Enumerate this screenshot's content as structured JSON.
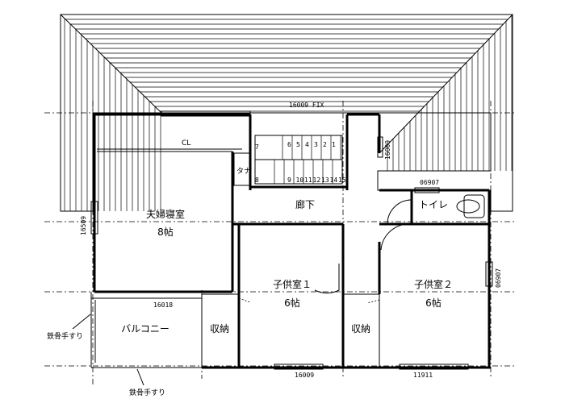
{
  "rooms": {
    "master_bedroom": {
      "name": "夫婦寝室",
      "size": "8帖"
    },
    "hallway": {
      "name": "廊下"
    },
    "toilet": {
      "name": "トイレ"
    },
    "child_room_1": {
      "name": "子供室１",
      "size": "6帖"
    },
    "child_room_2": {
      "name": "子供室２",
      "size": "6帖"
    },
    "balcony": {
      "name": "バルコニー"
    },
    "storage_1": {
      "name": "収納"
    },
    "storage_2": {
      "name": "収納"
    },
    "closet_label": "CL",
    "cabinet_label": "タナ"
  },
  "stairs": {
    "top_row": [
      "6",
      "5",
      "4",
      "3",
      "2",
      "1"
    ],
    "bottom_row": [
      "9",
      "10",
      "11",
      "12",
      "13",
      "14",
      "15"
    ],
    "side_numbers": [
      "7",
      "8"
    ]
  },
  "window_codes": {
    "top": "16009 FIX",
    "stair_side": "16009",
    "toilet": "06907",
    "left": "16509",
    "right": "06907",
    "balcony_top": "16018",
    "bottom_mid": "16009",
    "bottom_right": "11911"
  },
  "annotations": {
    "handrail_left": "鉄骨手すり",
    "handrail_bottom": "鉄骨手すり"
  }
}
